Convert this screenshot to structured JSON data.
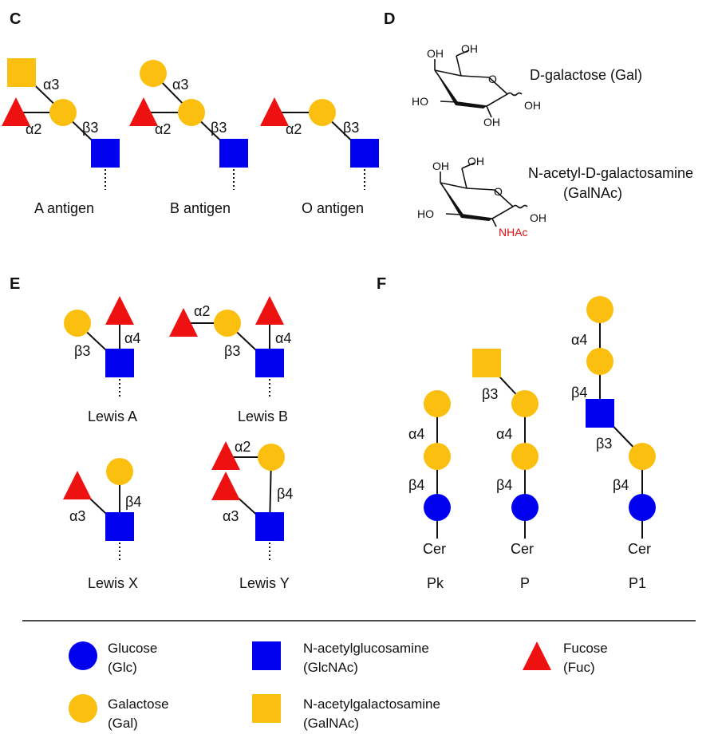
{
  "colors": {
    "glc": "#0000ee",
    "gal": "#fbbf10",
    "fuc": "#ee1111",
    "line": "#111111",
    "nhac": "#dd1111"
  },
  "panels": {
    "c": {
      "letter": "C",
      "labels": [
        "A antigen",
        "B antigen",
        "O antigen"
      ]
    },
    "d": {
      "letter": "D",
      "gal_name": "D-galactose (Gal)",
      "galnac_name_1": "N-acetyl-D-galactosamine",
      "galnac_name_2": "(GalNAc)",
      "oh": "OH",
      "ho": "HO",
      "nhac": "NHAc"
    },
    "e": {
      "letter": "E",
      "labels": [
        "Lewis A",
        "Lewis B",
        "Lewis X",
        "Lewis Y"
      ]
    },
    "f": {
      "letter": "F",
      "labels": [
        "Pk",
        "P",
        "P1"
      ],
      "cer": "Cer"
    }
  },
  "links": {
    "a2": "α2",
    "a3": "α3",
    "a4": "α4",
    "b3": "β3",
    "b4": "β4"
  },
  "legend": {
    "glc_1": "Glucose",
    "glc_2": "(Glc)",
    "glcnac_1": "N-acetylglucosamine",
    "glcnac_2": "(GlcNAc)",
    "fuc_1": "Fucose",
    "fuc_2": "(Fuc)",
    "gal_1": "Galactose",
    "gal_2": "(Gal)",
    "galnac_1": "N-acetylgalactosamine",
    "galnac_2": "(GalNAc)"
  }
}
